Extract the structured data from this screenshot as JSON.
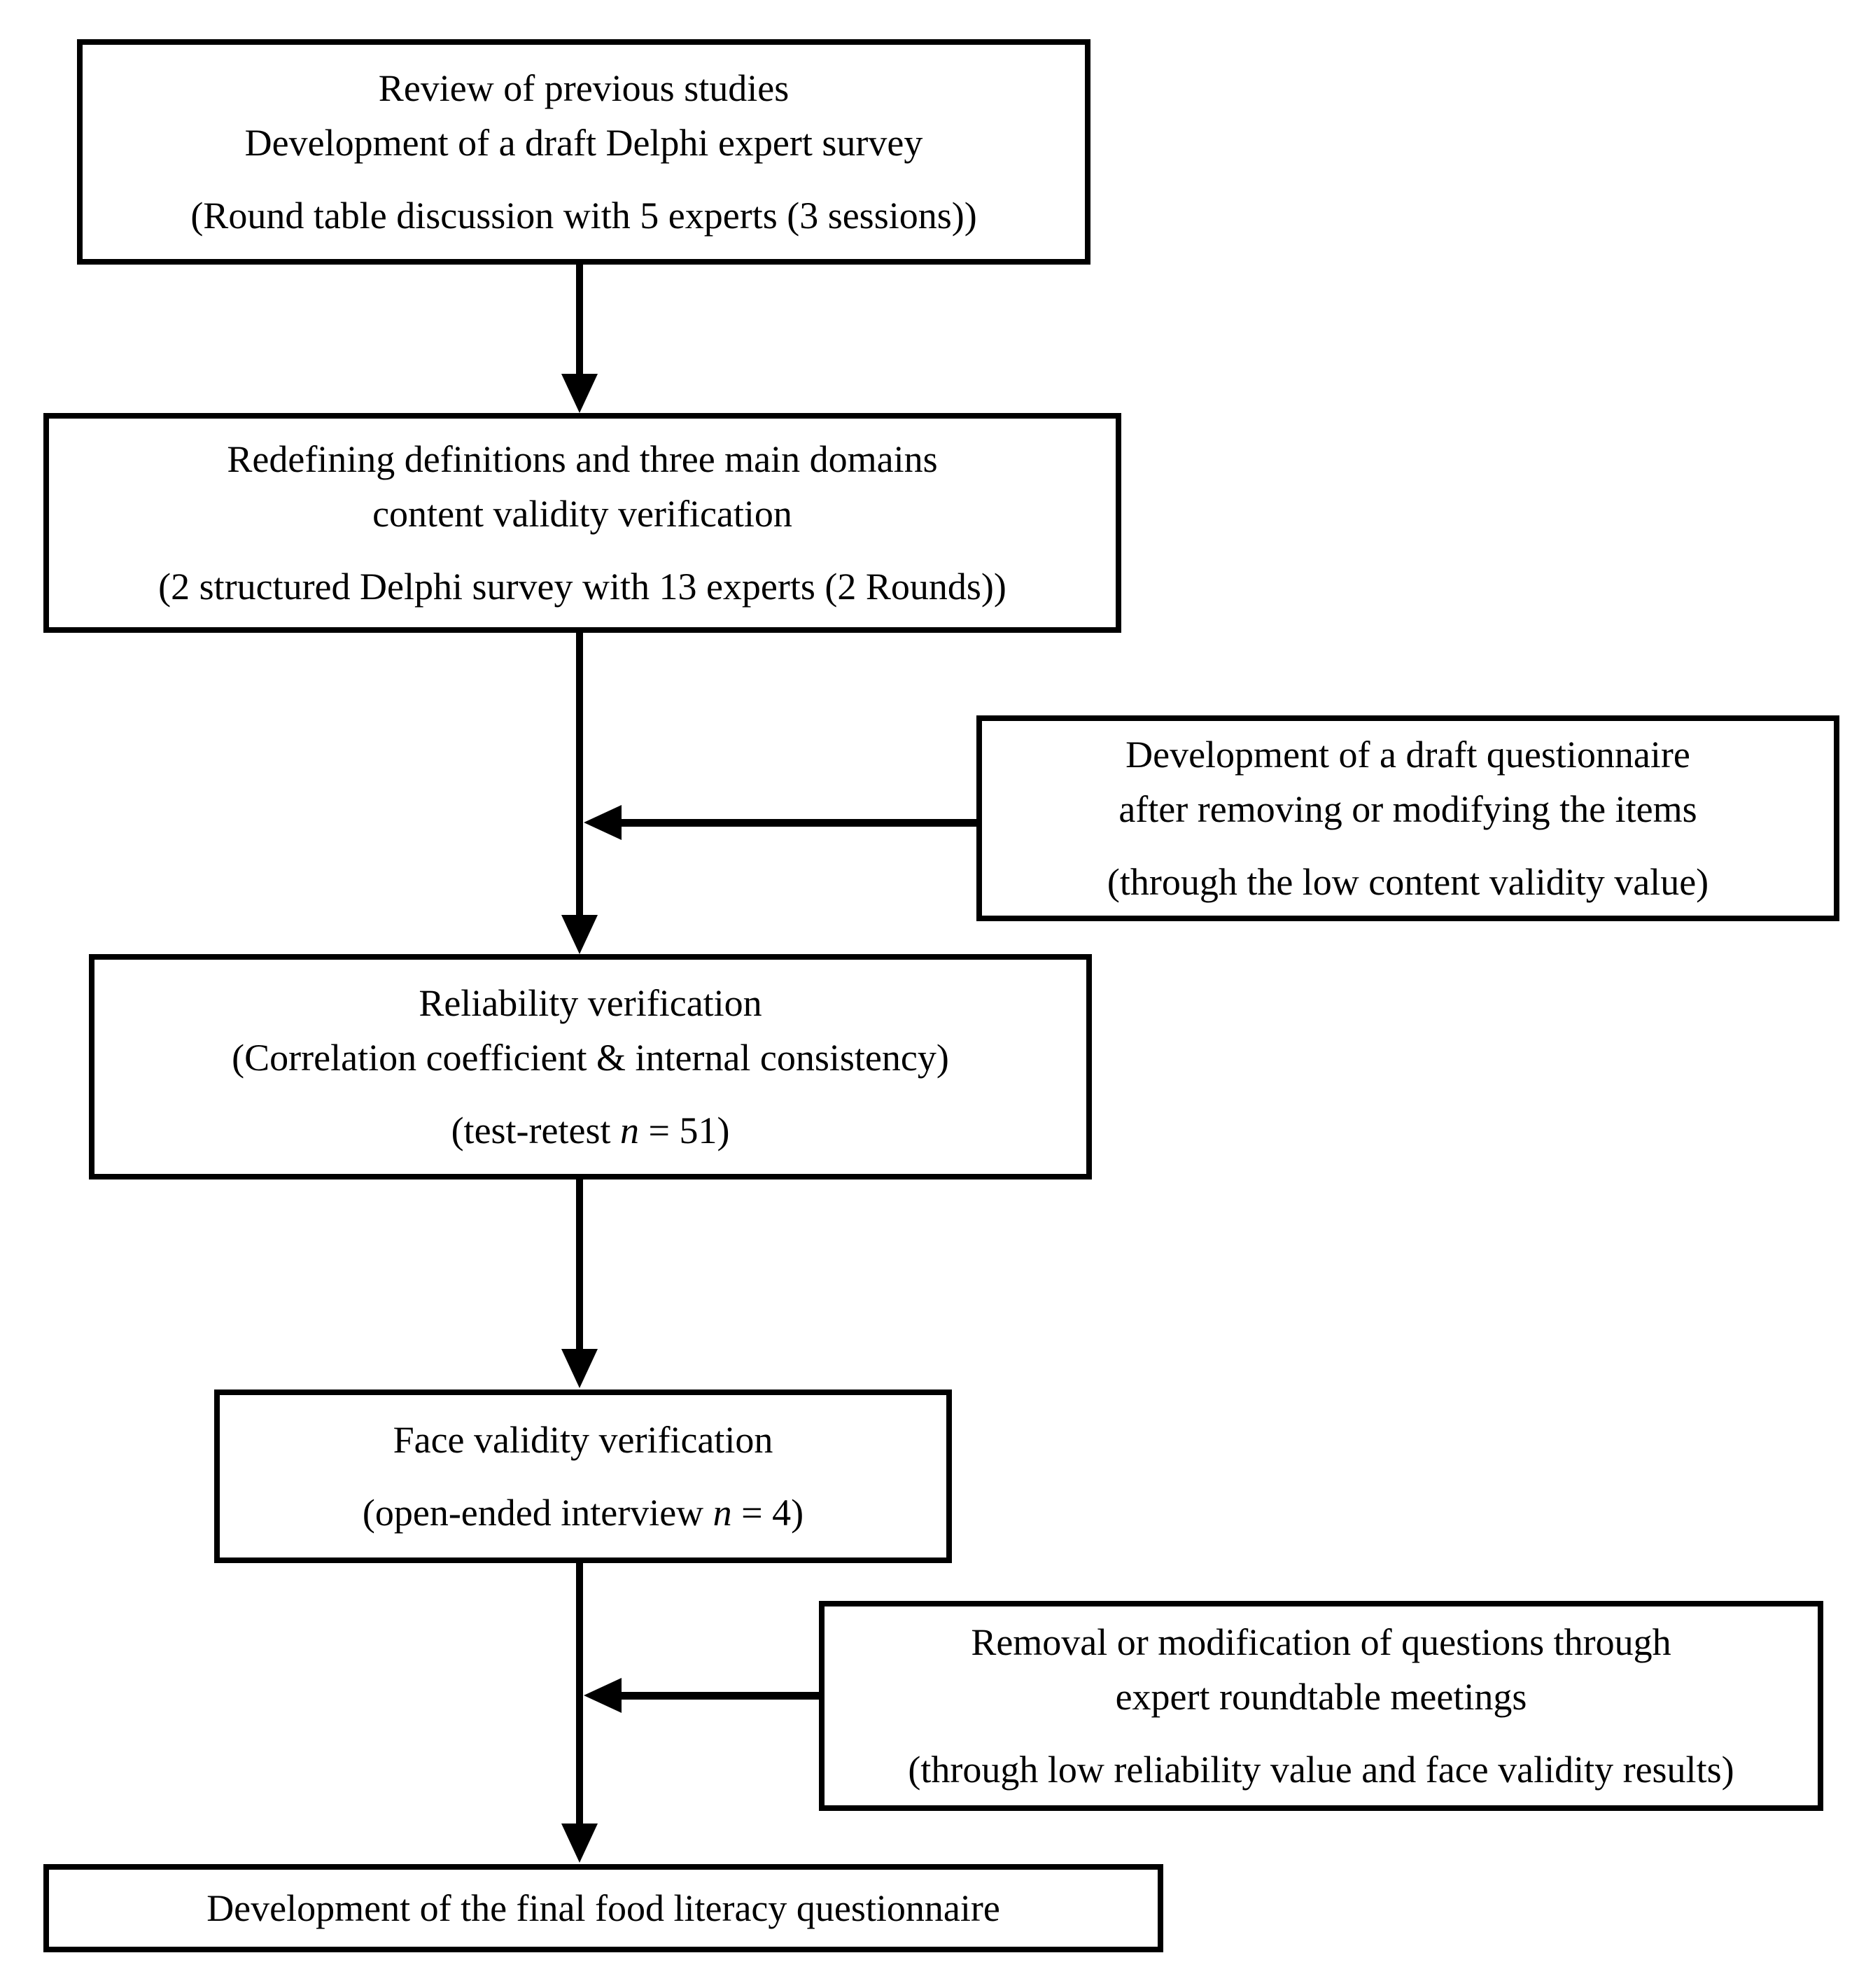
{
  "canvas": {
    "background": "#ffffff",
    "ink": "#000000"
  },
  "flow": {
    "review": {
      "heading": "Review of previous studies\nDevelopment of a draft Delphi expert survey",
      "note": "(Round table discussion with 5 experts (3 sessions))"
    },
    "redefining": {
      "heading": "Redefining definitions and three main domains\ncontent validity verification",
      "note": "(2 structured Delphi survey with 13 experts (2 Rounds))"
    },
    "draft_questionnaire": {
      "heading": "Development of a draft questionnaire\nafter removing or modifying the items",
      "note": "(through the low content validity value)"
    },
    "reliability": {
      "heading": "Reliability verification\n(Correlation coefficient & internal consistency)",
      "note_parts": [
        "(test-retest ",
        "n",
        " = 51)"
      ]
    },
    "face_validity": {
      "heading": "Face validity verification",
      "note_parts": [
        "(open-ended interview ",
        "n",
        " = 4)"
      ]
    },
    "removal": {
      "heading": "Removal or modification of questions through\nexpert roundtable meetings",
      "note": "(through low reliability value and face validity results)"
    },
    "final": {
      "heading": "Development of the final food literacy questionnaire"
    }
  }
}
